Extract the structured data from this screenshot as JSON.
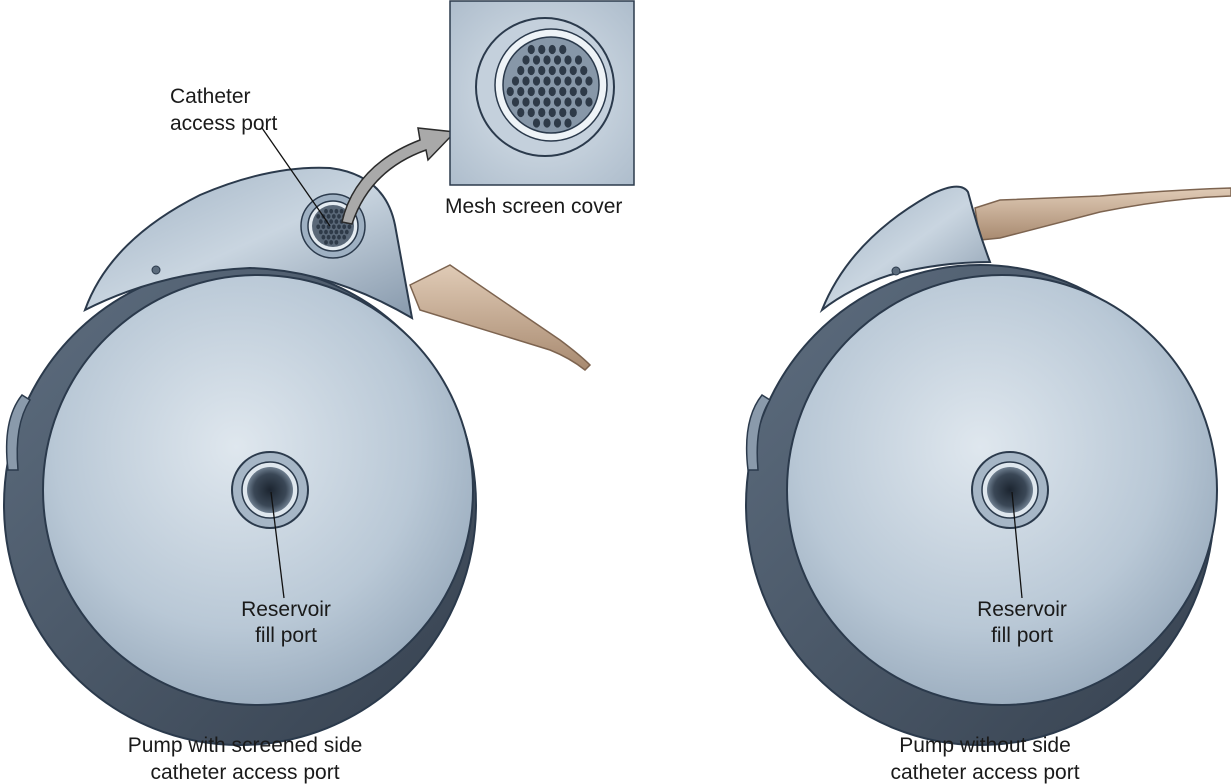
{
  "labels": {
    "catheter_port": [
      "Catheter",
      "access port"
    ],
    "mesh_cover": "Mesh screen cover",
    "left_fill_port": [
      "Reservoir",
      "fill port"
    ],
    "right_fill_port": [
      "Reservoir",
      "fill port"
    ],
    "left_caption": [
      "Pump with screened side",
      "catheter access port"
    ],
    "right_caption": [
      "Pump without side",
      "catheter access port"
    ]
  },
  "colors": {
    "body_dark": "#4a5868",
    "face": "#b9c8d6",
    "outline": "#2b3a4c",
    "catheter": "#c7ab92",
    "mesh_hole": "#2e3a48"
  }
}
